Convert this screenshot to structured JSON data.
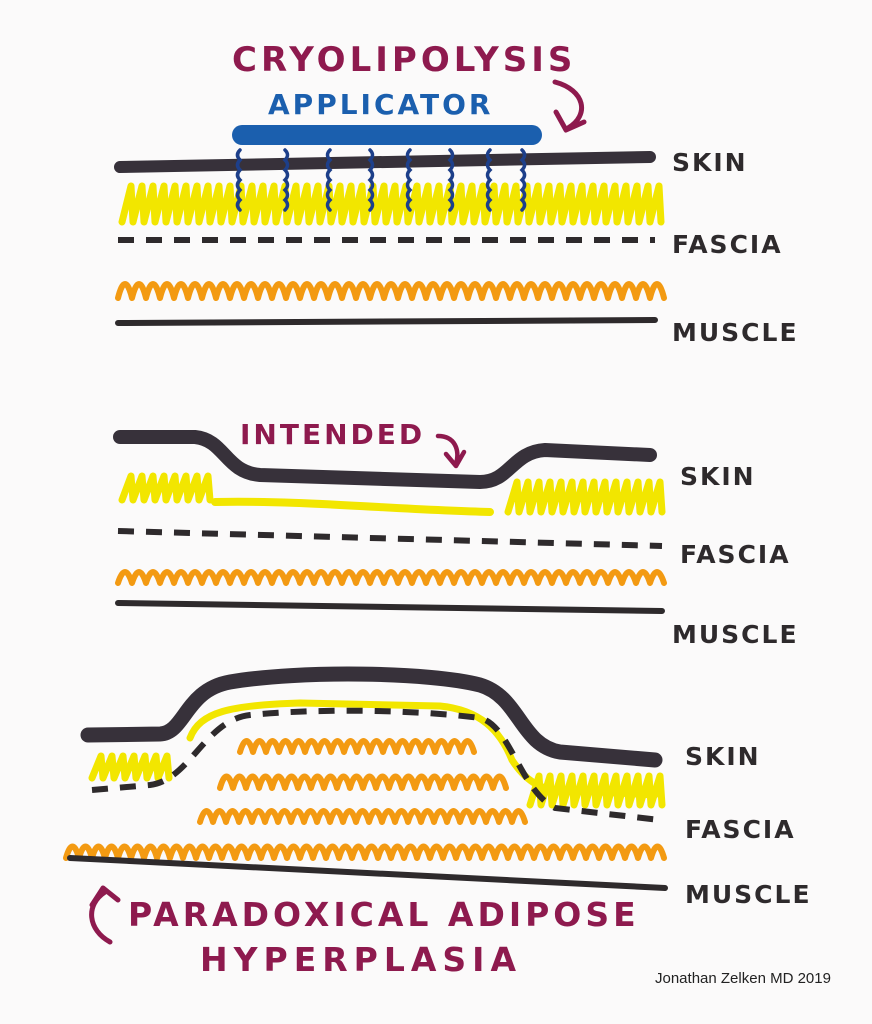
{
  "panel1": {
    "title_line1": "CRYOLIPOLYSIS",
    "title_line2": "APPLICATOR",
    "labels": {
      "skin": "SKIN",
      "fascia": "FASCIA",
      "muscle": "MUSCLE"
    }
  },
  "panel2": {
    "title": "INTENDED",
    "labels": {
      "skin": "SKIN",
      "fascia": "FASCIA",
      "muscle": "MUSCLE"
    }
  },
  "panel3": {
    "title_line1": "PARADOXICAL ADIPOSE",
    "title_line2": "HYPERPLASIA",
    "labels": {
      "skin": "SKIN",
      "fascia": "FASCIA",
      "muscle": "MUSCLE"
    }
  },
  "credit": "Jonathan Zelken MD 2019",
  "colors": {
    "skin": "#37313a",
    "fat": "#f2e600",
    "muscle_fibers": "#f39a12",
    "applicator": "#1b5fae",
    "annotation": "#8e1a4e",
    "cold_waves": "#1d3f8a"
  }
}
